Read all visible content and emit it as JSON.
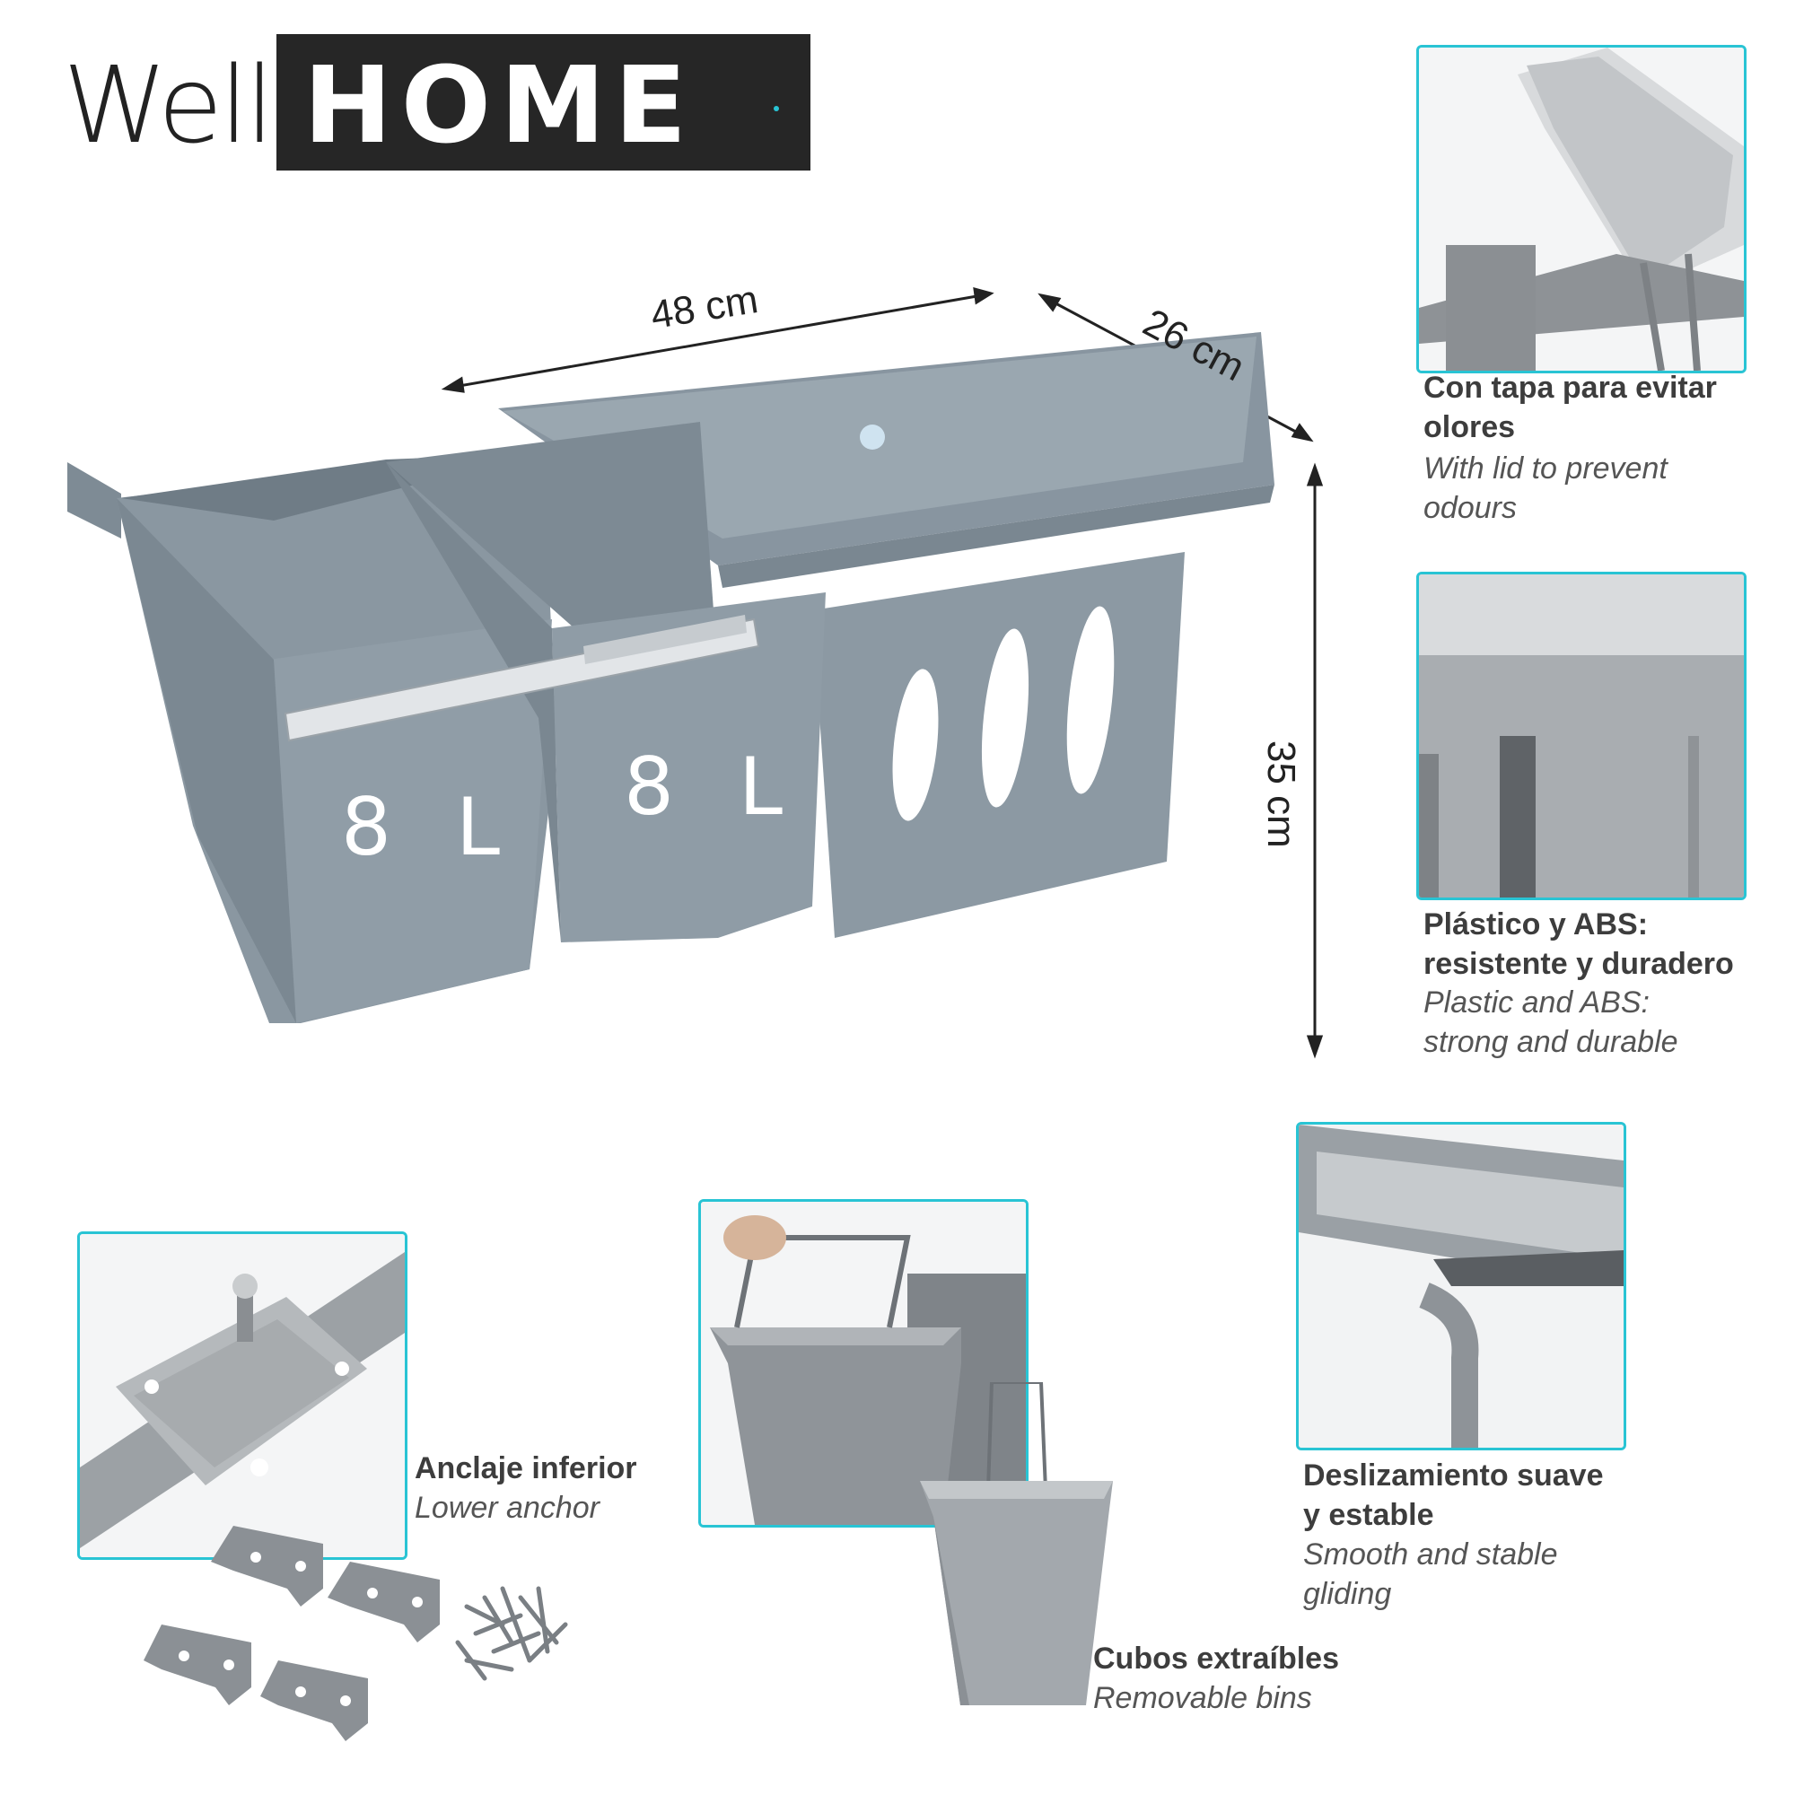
{
  "brand": {
    "well": "Well",
    "home": "HOME",
    "accent_color": "#29c4d4"
  },
  "dimensions": {
    "width": "48 cm",
    "depth": "26 cm",
    "height": "35 cm"
  },
  "bins": {
    "left_volume": "8 L",
    "right_volume": "8 L"
  },
  "features": [
    {
      "es": "Con tapa para evitar\nolores",
      "en": "With lid to prevent\nodours"
    },
    {
      "es": "Plástico y ABS:\nresistente y duradero",
      "en": "Plastic and ABS:\nstrong and durable"
    },
    {
      "es": "Deslizamiento suave\ny estable",
      "en": "Smooth and stable\ngliding"
    },
    {
      "es": "Anclaje inferior",
      "en": "Lower anchor"
    },
    {
      "es": "Cubos extraíbles",
      "en": "Removable bins"
    }
  ],
  "colors": {
    "product_gray": "#8e9ba3",
    "panel_border": "#29c4d4",
    "bg": "#ffffff"
  }
}
